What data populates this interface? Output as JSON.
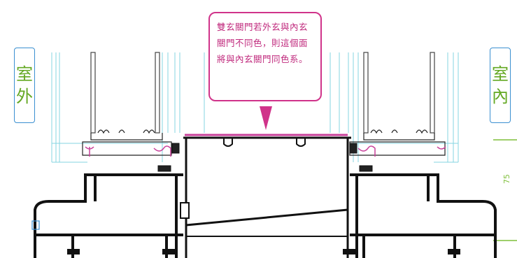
{
  "labels": {
    "outdoor": [
      "室",
      "外"
    ],
    "indoor": [
      "室",
      "內"
    ]
  },
  "callout": {
    "text": "雙玄關門若外玄與內玄關門不同色，則這個面將與內玄關門同色系。"
  },
  "dimension": "75",
  "colors": {
    "callout_border": "#d0338a",
    "callout_text": "#c02a7d",
    "highlight_line": "#c8409a",
    "label_text": "#63a822",
    "label_border": "#3a8fd1",
    "guide_lines": "#7fd3e0",
    "outline": "#111111"
  }
}
